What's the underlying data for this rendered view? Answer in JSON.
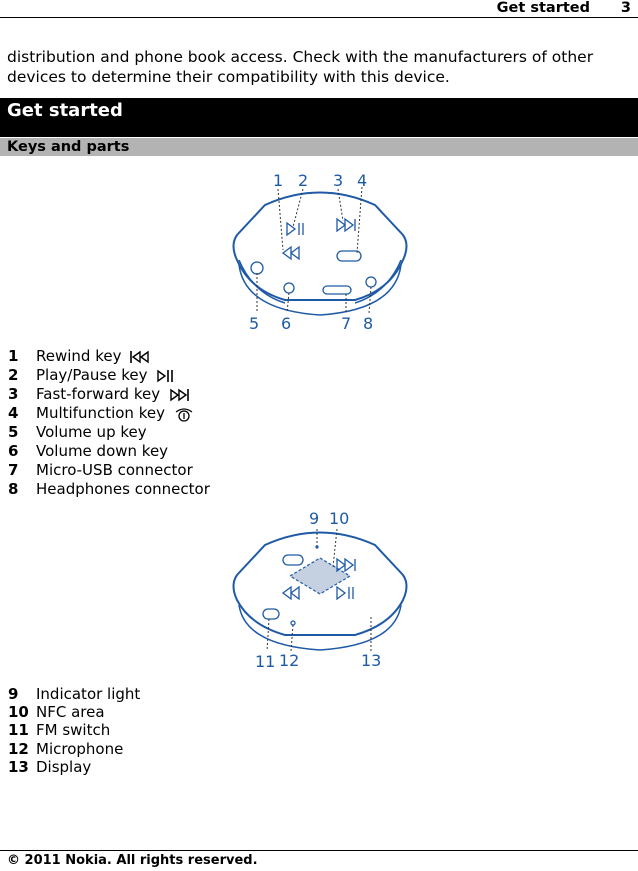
{
  "header": {
    "title": "Get started",
    "page_number": "3"
  },
  "intro_text": "distribution and phone book access. Check with the manufacturers of other devices to determine their compatibility with this device.",
  "section_title": "Get started",
  "subsection_title": "Keys and parts",
  "figure1": {
    "callouts": [
      "1",
      "2",
      "3",
      "4",
      "5",
      "6",
      "7",
      "8"
    ]
  },
  "list1": [
    {
      "num": "1",
      "label": "Rewind key",
      "icon": "rewind-icon"
    },
    {
      "num": "2",
      "label": "Play/Pause key",
      "icon": "play-pause-icon"
    },
    {
      "num": "3",
      "label": "Fast-forward key",
      "icon": "fast-forward-icon"
    },
    {
      "num": "4",
      "label": "Multifunction key",
      "icon": "multifunction-icon"
    },
    {
      "num": "5",
      "label": "Volume up key"
    },
    {
      "num": "6",
      "label": "Volume down key"
    },
    {
      "num": "7",
      "label": "Micro-USB connector"
    },
    {
      "num": "8",
      "label": "Headphones connector"
    }
  ],
  "figure2": {
    "callouts": [
      "9",
      "10",
      "11",
      "12",
      "13"
    ]
  },
  "list2": [
    {
      "num": "9",
      "label": "Indicator light"
    },
    {
      "num": "10",
      "label": "NFC area"
    },
    {
      "num": "11",
      "label": "FM switch"
    },
    {
      "num": "12",
      "label": "Microphone"
    },
    {
      "num": "13",
      "label": "Display"
    }
  ],
  "footer": {
    "copyright": "© 2011 Nokia. All rights reserved."
  },
  "colors": {
    "illustration": "#1f5aa6",
    "section_bg": "#000000",
    "subsection_bg": "#b3b3b3"
  }
}
